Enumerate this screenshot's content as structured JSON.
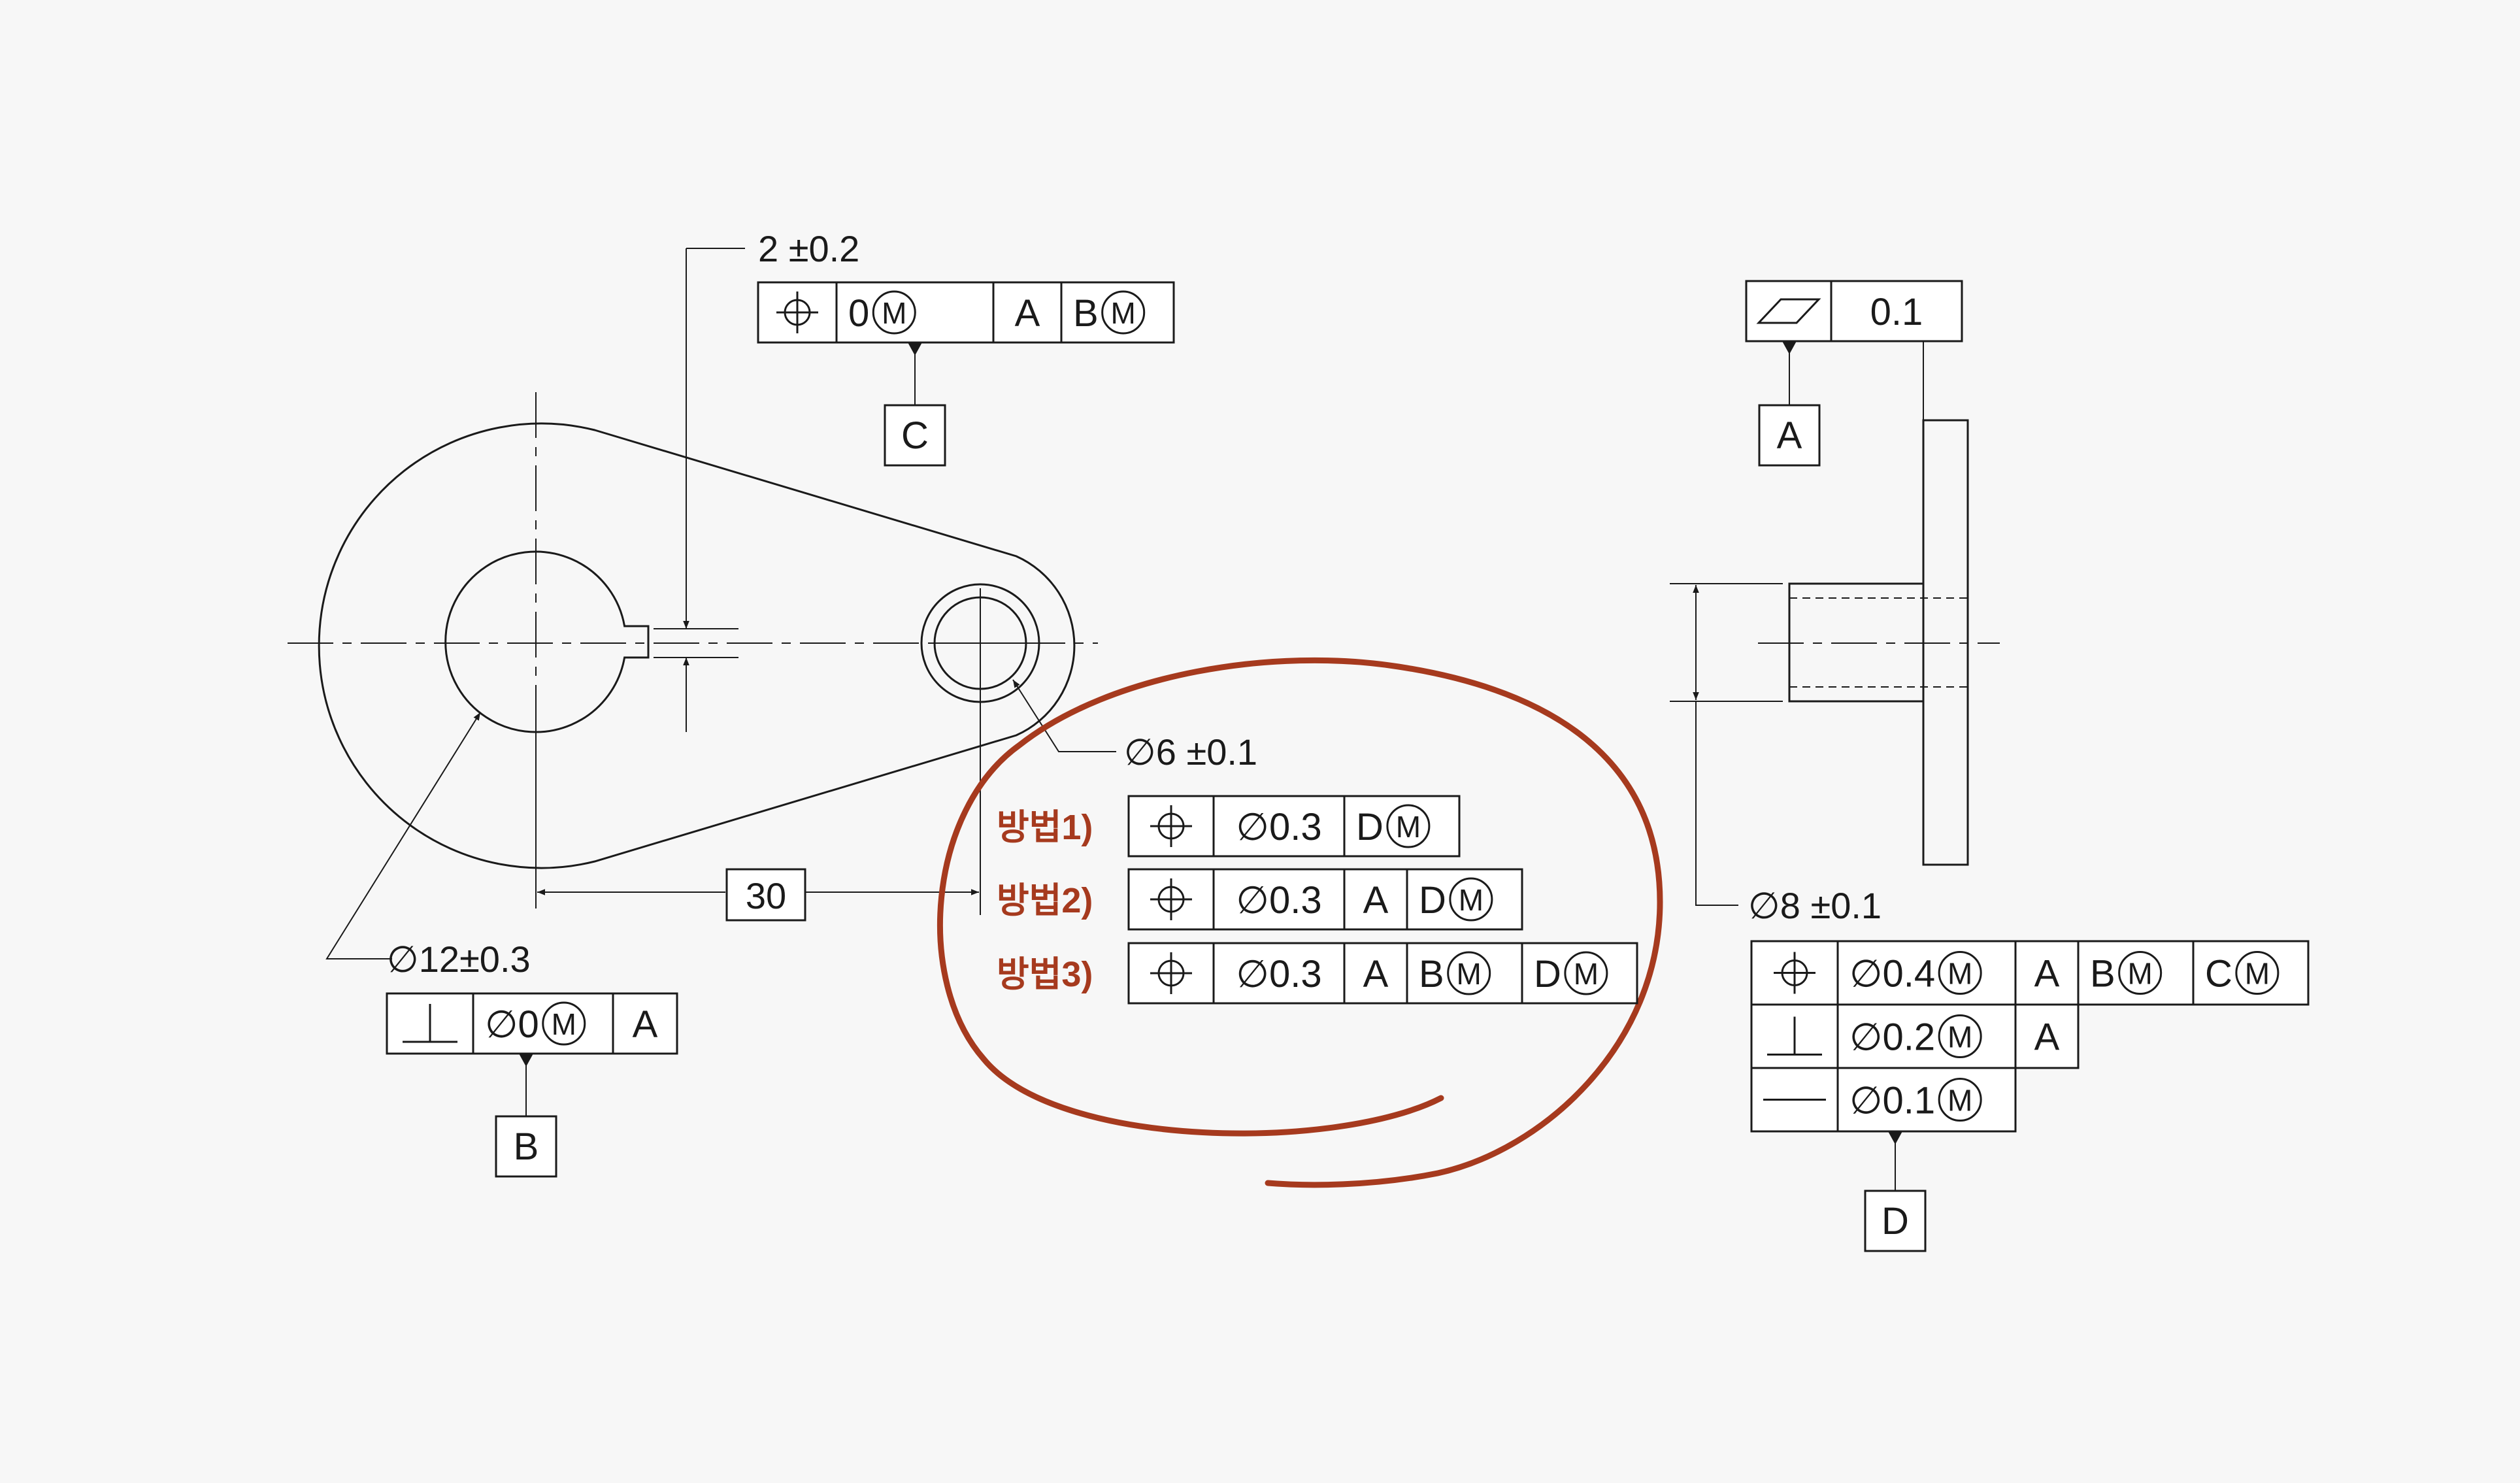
{
  "colors": {
    "part_fill": "#d4fae8",
    "line": "#1a1a1a",
    "highlight": "#a63a1e",
    "background": "#f7f7f7"
  },
  "keyway": {
    "size": "2 ±0.2",
    "fcf": [
      "0",
      "A",
      "B"
    ],
    "datum": "C"
  },
  "bore": {
    "size": "∅12±0.3",
    "fcf": [
      "∅0",
      "A"
    ],
    "datum": "B"
  },
  "pin_hole": {
    "size": "∅6 ±0.1",
    "basic_dim": "30"
  },
  "methods": [
    {
      "label": "방법1)",
      "tol": "∅0.3",
      "refs": [
        "D"
      ]
    },
    {
      "label": "방법2)",
      "tol": "∅0.3",
      "refs": [
        "A",
        "D"
      ]
    },
    {
      "label": "방법3)",
      "tol": "∅0.3",
      "refs": [
        "A",
        "B",
        "D"
      ]
    }
  ],
  "side_view": {
    "flatness": "0.1",
    "datum_a": "A",
    "pin_size": "∅8 ±0.1",
    "fcf_rows": [
      {
        "tol": "∅0.4",
        "refs": [
          "A",
          "B",
          "C"
        ]
      },
      {
        "tol": "∅0.2",
        "refs": [
          "A"
        ]
      },
      {
        "tol": "∅0.1",
        "refs": []
      }
    ],
    "datum_d": "D"
  },
  "symbols": {
    "position": "position-icon",
    "perpendicularity": "perpendicularity-icon",
    "flatness": "flatness-icon",
    "straightness": "straightness-icon",
    "mmc": "M"
  }
}
